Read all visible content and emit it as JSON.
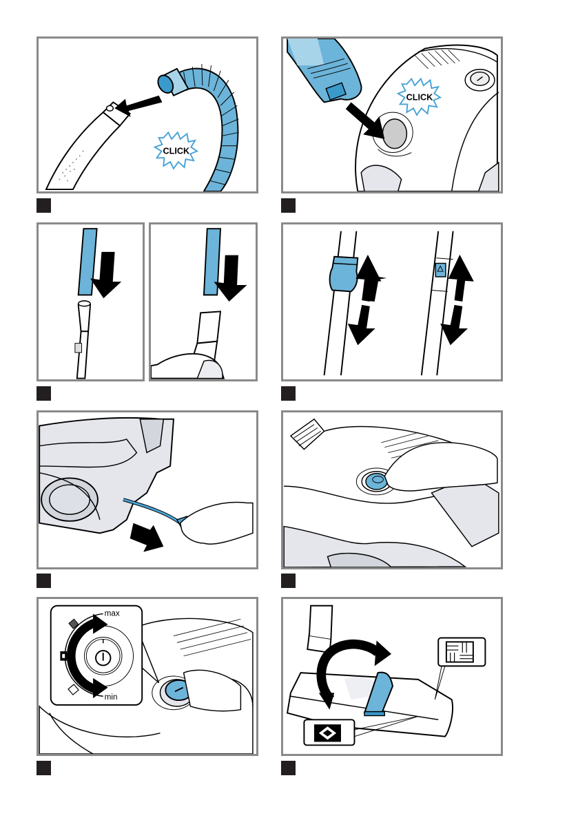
{
  "document": {
    "type": "vacuum cleaner instruction illustrations",
    "accent_color": "#6cb4d9",
    "badge_color": "#231f20",
    "frame_color": "#8a8a8a"
  },
  "figures": [
    {
      "id": "fig-1",
      "description": "Attach hose connector to handle",
      "label": "CLICK"
    },
    {
      "id": "fig-2",
      "description": "Insert hose into vacuum cleaner inlet",
      "label": "CLICK"
    },
    {
      "id": "fig-3",
      "description": "Attach accessory to tube / nozzle"
    },
    {
      "id": "fig-4",
      "description": "Adjust telescopic tube length"
    },
    {
      "id": "fig-5",
      "description": "Pull out power cord"
    },
    {
      "id": "fig-6",
      "description": "Press power button"
    },
    {
      "id": "fig-7",
      "description": "Set suction power",
      "dial": {
        "max_label": "max",
        "min_label": "min"
      }
    },
    {
      "id": "fig-8",
      "description": "Switch floor nozzle between carpet and hard floor"
    }
  ]
}
